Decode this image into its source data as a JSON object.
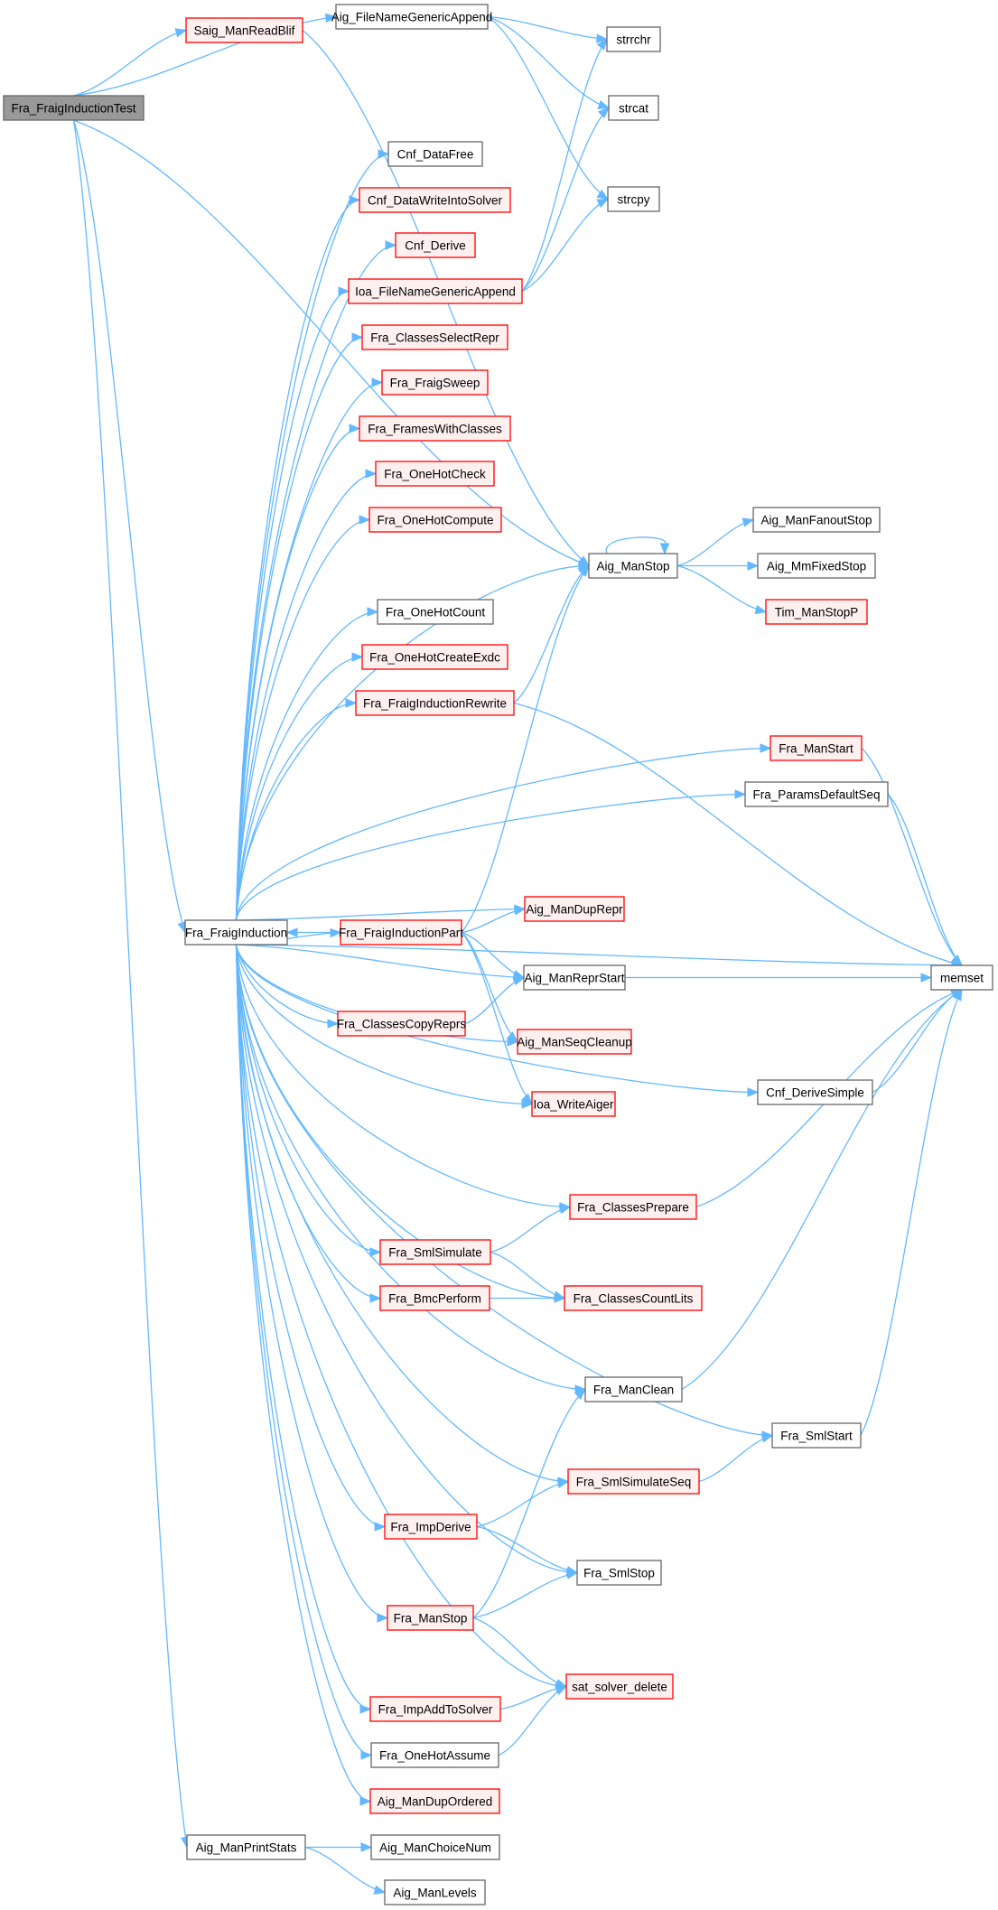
{
  "title": "Call graph of Fra_FraigInductionTest",
  "colors": {
    "edge": "#63b8ff",
    "red_border": "#ff0000",
    "red_fill": "#fff0f0",
    "root_fill": "#999999",
    "normal_border": "#666666"
  },
  "nodes": [
    {
      "id": "test",
      "label": "Fra_FraigInductionTest",
      "style": "root"
    },
    {
      "id": "aigFNGA",
      "label": "Aig_FileNameGenericAppend",
      "style": "normal"
    },
    {
      "id": "saigRB",
      "label": "Saig_ManReadBlif",
      "style": "red"
    },
    {
      "id": "strrchr",
      "label": "strrchr",
      "style": "normal"
    },
    {
      "id": "strcat",
      "label": "strcat",
      "style": "normal"
    },
    {
      "id": "strcpy",
      "label": "strcpy",
      "style": "normal"
    },
    {
      "id": "cnfDF",
      "label": "Cnf_DataFree",
      "style": "normal"
    },
    {
      "id": "cnfDWIS",
      "label": "Cnf_DataWriteIntoSolver",
      "style": "red"
    },
    {
      "id": "cnfD",
      "label": "Cnf_Derive",
      "style": "red"
    },
    {
      "id": "ioaFNGA",
      "label": "Ioa_FileNameGenericAppend",
      "style": "red"
    },
    {
      "id": "fraCSR",
      "label": "Fra_ClassesSelectRepr",
      "style": "red"
    },
    {
      "id": "fraFS",
      "label": "Fra_FraigSweep",
      "style": "red"
    },
    {
      "id": "fraFWC",
      "label": "Fra_FramesWithClasses",
      "style": "red"
    },
    {
      "id": "fraOHCheck",
      "label": "Fra_OneHotCheck",
      "style": "red"
    },
    {
      "id": "fraOHCompute",
      "label": "Fra_OneHotCompute",
      "style": "red"
    },
    {
      "id": "aigMS",
      "label": "Aig_ManStop",
      "style": "normal"
    },
    {
      "id": "aigMFS",
      "label": "Aig_ManFanoutStop",
      "style": "normal"
    },
    {
      "id": "aigMmFS",
      "label": "Aig_MmFixedStop",
      "style": "normal"
    },
    {
      "id": "timMSP",
      "label": "Tim_ManStopP",
      "style": "red"
    },
    {
      "id": "fraOHCount",
      "label": "Fra_OneHotCount",
      "style": "normal"
    },
    {
      "id": "fraOHCE",
      "label": "Fra_OneHotCreateExdc",
      "style": "red"
    },
    {
      "id": "fraFIR",
      "label": "Fra_FraigInductionRewrite",
      "style": "red"
    },
    {
      "id": "fraMStart",
      "label": "Fra_ManStart",
      "style": "red"
    },
    {
      "id": "fraPDS",
      "label": "Fra_ParamsDefaultSeq",
      "style": "normal"
    },
    {
      "id": "fraFI",
      "label": "Fra_FraigInduction",
      "style": "normal"
    },
    {
      "id": "fraFIP",
      "label": "Fra_FraigInductionPart",
      "style": "red"
    },
    {
      "id": "aigMDR",
      "label": "Aig_ManDupRepr",
      "style": "red"
    },
    {
      "id": "aigMRS",
      "label": "Aig_ManReprStart",
      "style": "normal"
    },
    {
      "id": "memset",
      "label": "memset",
      "style": "normal"
    },
    {
      "id": "fraCCR",
      "label": "Fra_ClassesCopyReprs",
      "style": "red"
    },
    {
      "id": "aigMSC",
      "label": "Aig_ManSeqCleanup",
      "style": "red"
    },
    {
      "id": "ioaWA",
      "label": "Ioa_WriteAiger",
      "style": "red"
    },
    {
      "id": "cnfDS",
      "label": "Cnf_DeriveSimple",
      "style": "normal"
    },
    {
      "id": "fraCP",
      "label": "Fra_ClassesPrepare",
      "style": "red"
    },
    {
      "id": "fraSS",
      "label": "Fra_SmlSimulate",
      "style": "red"
    },
    {
      "id": "fraBP",
      "label": "Fra_BmcPerform",
      "style": "red"
    },
    {
      "id": "fraCCL",
      "label": "Fra_ClassesCountLits",
      "style": "red"
    },
    {
      "id": "fraMC",
      "label": "Fra_ManClean",
      "style": "normal"
    },
    {
      "id": "fraSmlStart",
      "label": "Fra_SmlStart",
      "style": "normal"
    },
    {
      "id": "fraSSS",
      "label": "Fra_SmlSimulateSeq",
      "style": "red"
    },
    {
      "id": "fraID",
      "label": "Fra_ImpDerive",
      "style": "red"
    },
    {
      "id": "fraSmlStop",
      "label": "Fra_SmlStop",
      "style": "normal"
    },
    {
      "id": "fraMStop",
      "label": "Fra_ManStop",
      "style": "red"
    },
    {
      "id": "satSD",
      "label": "sat_solver_delete",
      "style": "red"
    },
    {
      "id": "fraIATS",
      "label": "Fra_ImpAddToSolver",
      "style": "red"
    },
    {
      "id": "fraOHA",
      "label": "Fra_OneHotAssume",
      "style": "normal"
    },
    {
      "id": "aigMDO",
      "label": "Aig_ManDupOrdered",
      "style": "red"
    },
    {
      "id": "aigMPS",
      "label": "Aig_ManPrintStats",
      "style": "normal"
    },
    {
      "id": "aigMCN",
      "label": "Aig_ManChoiceNum",
      "style": "normal"
    },
    {
      "id": "aigML",
      "label": "Aig_ManLevels",
      "style": "normal"
    }
  ],
  "edges": [
    [
      "test",
      "aigFNGA"
    ],
    [
      "test",
      "saigRB"
    ],
    [
      "test",
      "aigMS"
    ],
    [
      "test",
      "fraFI"
    ],
    [
      "test",
      "aigMPS"
    ],
    [
      "aigFNGA",
      "strrchr"
    ],
    [
      "aigFNGA",
      "strcat"
    ],
    [
      "aigFNGA",
      "strcpy"
    ],
    [
      "saigRB",
      "aigMS"
    ],
    [
      "ioaFNGA",
      "strrchr"
    ],
    [
      "ioaFNGA",
      "strcat"
    ],
    [
      "ioaFNGA",
      "strcpy"
    ],
    [
      "aigMS",
      "aigMS"
    ],
    [
      "aigMS",
      "aigMFS"
    ],
    [
      "aigMS",
      "aigMmFS"
    ],
    [
      "aigMS",
      "timMSP"
    ],
    [
      "fraFI",
      "cnfDF"
    ],
    [
      "fraFI",
      "cnfDWIS"
    ],
    [
      "fraFI",
      "cnfD"
    ],
    [
      "fraFI",
      "ioaFNGA"
    ],
    [
      "fraFI",
      "fraCSR"
    ],
    [
      "fraFI",
      "fraFS"
    ],
    [
      "fraFI",
      "fraFWC"
    ],
    [
      "fraFI",
      "fraOHCheck"
    ],
    [
      "fraFI",
      "fraOHCompute"
    ],
    [
      "fraFI",
      "aigMS"
    ],
    [
      "fraFI",
      "fraOHCount"
    ],
    [
      "fraFI",
      "fraOHCE"
    ],
    [
      "fraFI",
      "fraFIR"
    ],
    [
      "fraFI",
      "fraMStart"
    ],
    [
      "fraFI",
      "fraPDS"
    ],
    [
      "fraFI",
      "memset"
    ],
    [
      "fraFI",
      "aigMDR"
    ],
    [
      "fraFI",
      "fraFIP"
    ],
    [
      "fraFI",
      "aigMRS"
    ],
    [
      "fraFI",
      "fraCCR"
    ],
    [
      "fraFI",
      "aigMSC"
    ],
    [
      "fraFI",
      "ioaWA"
    ],
    [
      "fraFI",
      "cnfDS"
    ],
    [
      "fraFI",
      "fraCP"
    ],
    [
      "fraFI",
      "fraSS"
    ],
    [
      "fraFI",
      "fraBP"
    ],
    [
      "fraFI",
      "fraCCL"
    ],
    [
      "fraFI",
      "fraMC"
    ],
    [
      "fraFI",
      "fraSmlStart"
    ],
    [
      "fraFI",
      "fraSSS"
    ],
    [
      "fraFI",
      "fraID"
    ],
    [
      "fraFI",
      "fraSmlStop"
    ],
    [
      "fraFI",
      "fraMStop"
    ],
    [
      "fraFI",
      "satSD"
    ],
    [
      "fraFI",
      "fraIATS"
    ],
    [
      "fraFI",
      "fraOHA"
    ],
    [
      "fraFI",
      "aigMDO"
    ],
    [
      "fraFIR",
      "aigMS"
    ],
    [
      "fraFIR",
      "memset"
    ],
    [
      "fraMStart",
      "memset"
    ],
    [
      "fraPDS",
      "memset"
    ],
    [
      "fraFIP",
      "fraFI"
    ],
    [
      "fraFIP",
      "aigMS"
    ],
    [
      "fraFIP",
      "aigMDR"
    ],
    [
      "fraFIP",
      "aigMRS"
    ],
    [
      "fraFIP",
      "aigMSC"
    ],
    [
      "fraFIP",
      "ioaWA"
    ],
    [
      "aigMRS",
      "memset"
    ],
    [
      "fraCCR",
      "aigMRS"
    ],
    [
      "cnfDS",
      "memset"
    ],
    [
      "fraCP",
      "memset"
    ],
    [
      "fraSS",
      "fraCP"
    ],
    [
      "fraSS",
      "fraCCL"
    ],
    [
      "fraBP",
      "fraCCL"
    ],
    [
      "fraMC",
      "memset"
    ],
    [
      "fraSmlStart",
      "memset"
    ],
    [
      "fraSSS",
      "fraSmlStart"
    ],
    [
      "fraID",
      "fraSSS"
    ],
    [
      "fraID",
      "fraSmlStop"
    ],
    [
      "fraMStop",
      "fraMC"
    ],
    [
      "fraMStop",
      "fraSmlStop"
    ],
    [
      "fraMStop",
      "satSD"
    ],
    [
      "fraIATS",
      "satSD"
    ],
    [
      "fraOHA",
      "satSD"
    ],
    [
      "aigMPS",
      "aigMCN"
    ],
    [
      "aigMPS",
      "aigML"
    ]
  ]
}
